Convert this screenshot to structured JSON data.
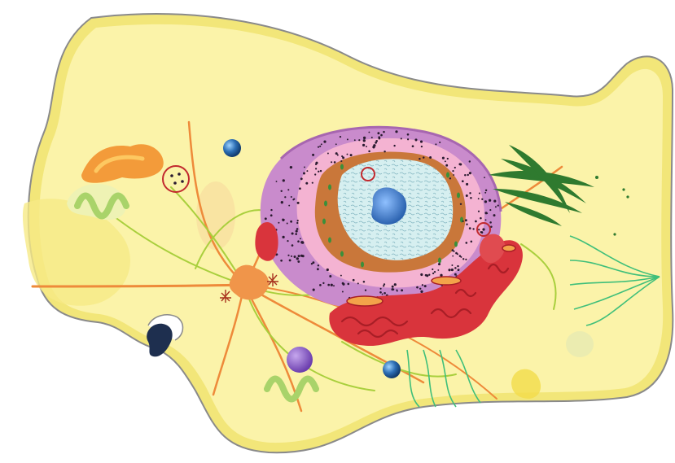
{
  "diagram": {
    "subject": "animal-cell",
    "labels": []
  },
  "colors": {
    "background": "#ffffff",
    "cytoplasm": "#fbf3a9",
    "cytoplasm_dark": "#f2e679",
    "membrane": "#8a8a8a",
    "rough_er": "#c98bcc",
    "rough_er_dark": "#a766b0",
    "nuclear_envelope": "#f4b3d2",
    "nucleus_ring": "#c9773a",
    "nucleoplasm": "#d6eff0",
    "nucleolus": "#3f7fc4",
    "mitochondria": "#d9343c",
    "mitochondria_dark": "#a81e26",
    "golgi": "#2f7a2f",
    "centriole": "#f0954a",
    "lysosome": "#2d6fb5",
    "vesicle_purple": "#8a5cc0",
    "cilia": "#3fbf7a",
    "microfilament_green": "#a9cf3d",
    "microfilament_orange": "#ee8a3a",
    "smooth_er": "#a9d36a",
    "ribosome_dot": "#2a1a30",
    "pore": "#1e2f4f"
  },
  "organelles": [
    "cell-membrane",
    "cytoplasm",
    "nucleus",
    "nucleolus",
    "nuclear-envelope",
    "rough-endoplasmic-reticulum",
    "smooth-endoplasmic-reticulum",
    "mitochondria",
    "golgi-apparatus",
    "centrosome",
    "lysosome",
    "vesicle",
    "cilia",
    "microtubules",
    "ribosomes"
  ]
}
